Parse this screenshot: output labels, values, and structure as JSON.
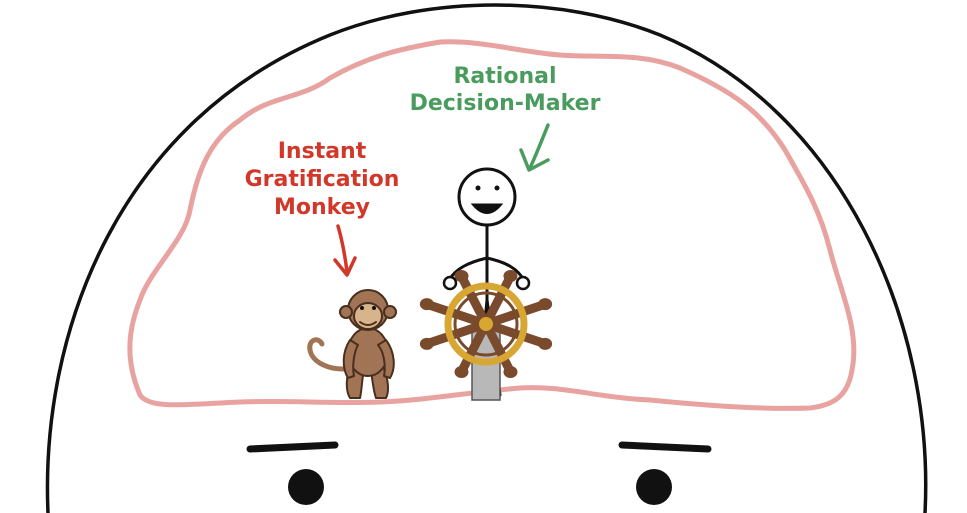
{
  "labels": {
    "rational": {
      "line1": "Rational",
      "line2": "Decision-Maker"
    },
    "monkey": {
      "line1": "Instant",
      "line2": "Gratification",
      "line3": "Monkey"
    }
  },
  "colors": {
    "rational_label": "#4a9b5e",
    "monkey_label": "#d1382a",
    "brain_outline": "#e8a3a0",
    "wheel_brown": "#7a4a2c",
    "wheel_gold": "#d8a632",
    "monkey_fur": "#a07454",
    "monkey_face": "#d7b48c",
    "post_gray": "#b8b8b8",
    "ink": "#111111"
  },
  "icons": {
    "stick_figure": "stick-figure-icon",
    "ship_wheel": "ship-wheel-icon",
    "monkey": "monkey-icon",
    "arrow": "arrow-down-icon"
  }
}
